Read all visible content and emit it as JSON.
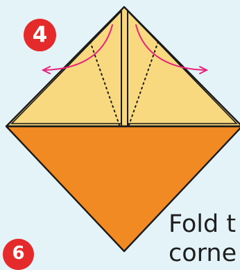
{
  "steps": {
    "current_number": "4",
    "next_number": "6"
  },
  "instruction": {
    "line1": "Fold t",
    "line2": "corne"
  },
  "colors": {
    "background": "#e3f3f8",
    "paper_upper": "#f8d67a",
    "paper_lower": "#f18a22",
    "outline": "#1a1a1a",
    "arrow": "#e8237a",
    "badge": "#e42a2a"
  },
  "icons": {
    "fold_arrow": "curved-double-arrow-icon",
    "fold_guide": "dotted-fold-line"
  }
}
